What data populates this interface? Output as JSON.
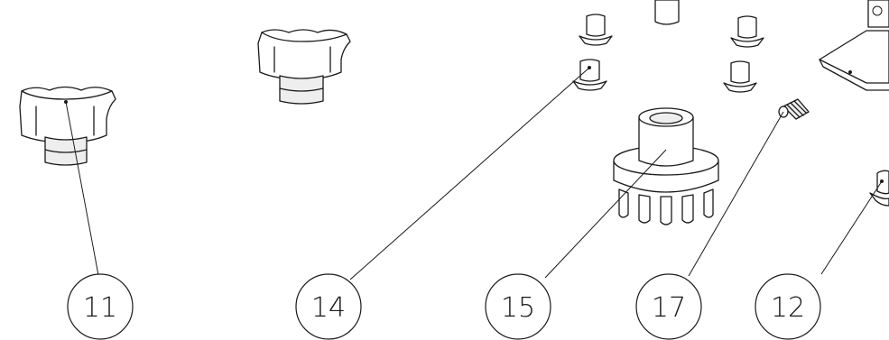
{
  "callouts": [
    {
      "id": "11",
      "label": "11"
    },
    {
      "id": "14",
      "label": "14"
    },
    {
      "id": "15",
      "label": "15"
    },
    {
      "id": "17",
      "label": "17"
    },
    {
      "id": "12",
      "label": "12"
    }
  ],
  "colors": {
    "line": "#1a1a1a",
    "background": "#ffffff",
    "shade": "#eeeeee"
  }
}
